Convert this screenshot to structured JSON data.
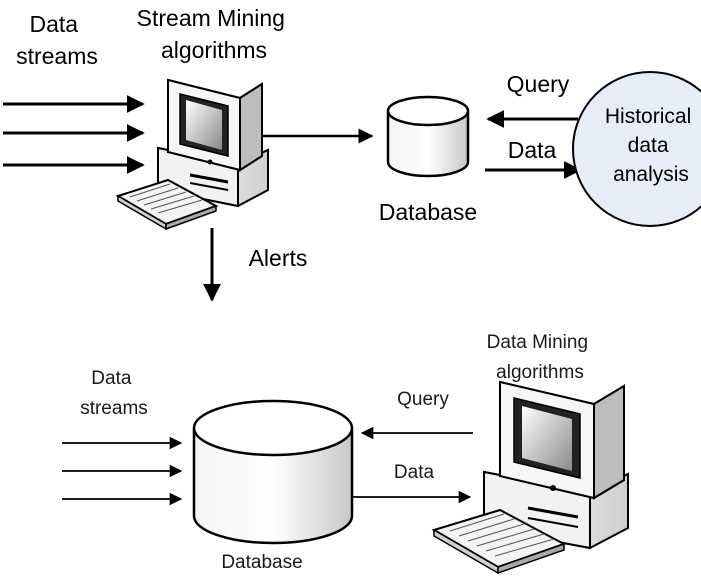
{
  "top": {
    "input_label": [
      "Data",
      "streams"
    ],
    "processor_label": [
      "Stream Mining",
      "algorithms"
    ],
    "database_label": "Database",
    "query_label": "Query",
    "data_label": "Data",
    "analysis_label": [
      "Historical",
      "data",
      "analysis"
    ],
    "alerts_label": "Alerts"
  },
  "bottom": {
    "input_label": [
      "Data",
      "streams"
    ],
    "processor_label": [
      "Data Mining",
      "algorithms"
    ],
    "query_label": "Query",
    "data_label": "Data",
    "database_label": "Database"
  },
  "colors": {
    "ink": "#000000",
    "analysis_fill": "#e6ecf8",
    "monitor_dark": "#2a2a2a",
    "screen_light": "#ffffff"
  }
}
